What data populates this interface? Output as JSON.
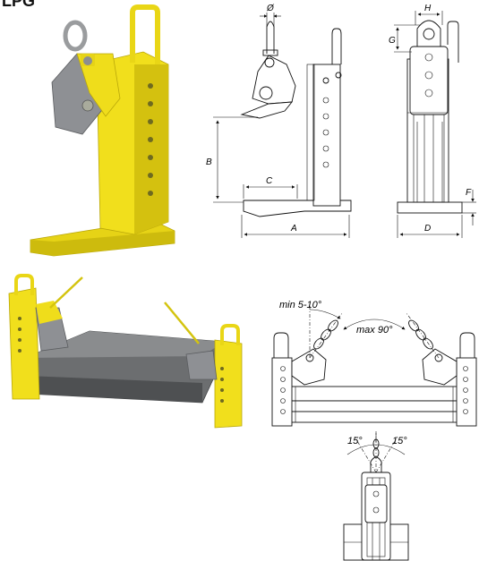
{
  "header": {
    "label": "LPG"
  },
  "dimensions": {
    "diameter": "Ø",
    "a": "A",
    "b": "B",
    "c": "C",
    "d": "D",
    "f": "F",
    "g": "G",
    "h": "H"
  },
  "angles": {
    "sling_min": "min 5-10°",
    "sling_max": "max 90°",
    "tilt_left": "15°",
    "tilt_right": "15°"
  },
  "colors": {
    "clamp_yellow": "#f2e01b",
    "clamp_yellow_shade": "#c9b60c",
    "jaw_grey": "#8e9094",
    "load_grey": "#6c6e70",
    "line_black": "#111111"
  }
}
